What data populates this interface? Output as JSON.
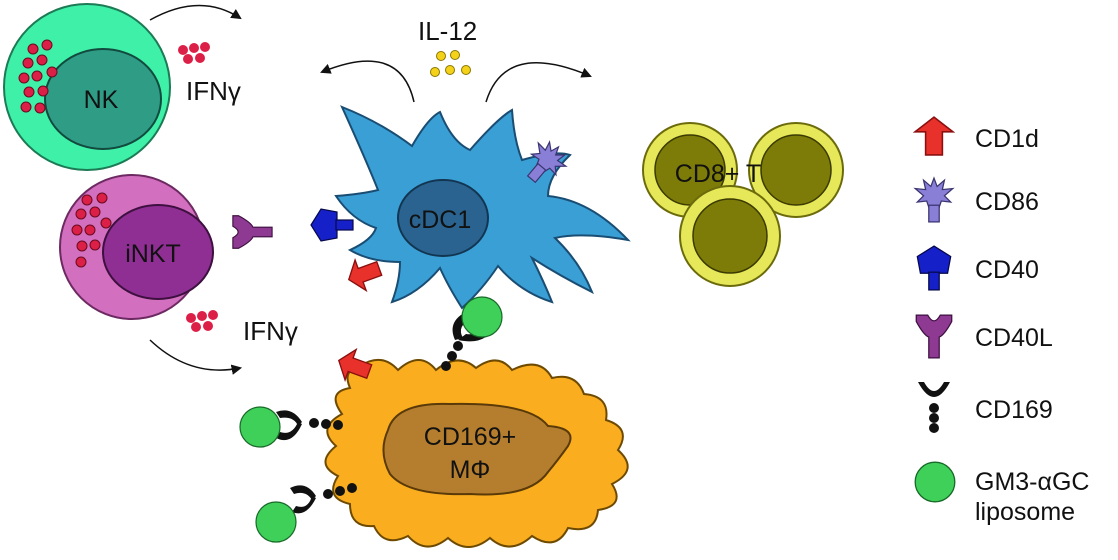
{
  "labels": {
    "nk": "NK",
    "inkt": "iNKT",
    "cdc1": "cDC1",
    "cd8": "CD8+ T",
    "macrophage_line1": "CD169+",
    "macrophage_line2": "MΦ",
    "il12": "IL-12",
    "ifng_top": "IFNγ",
    "ifng_bottom": "IFNγ"
  },
  "legend": [
    {
      "name": "CD1d",
      "icon": "cd1d-arrow-icon",
      "color": "#e8312a"
    },
    {
      "name": "CD86",
      "icon": "cd86-starburst-icon",
      "color": "#8a7fd6"
    },
    {
      "name": "CD40",
      "icon": "cd40-pentagon-icon",
      "color": "#1520c8"
    },
    {
      "name": "CD40L",
      "icon": "cd40l-y-receptor-icon",
      "color": "#8e3a93"
    },
    {
      "name": "CD169",
      "icon": "cd169-cup-chain-icon",
      "color": "#111111"
    },
    {
      "name": "GM3-αGC\nliposome",
      "icon": "liposome-circle-icon",
      "color": "#3fd05a"
    }
  ],
  "colors": {
    "nk_outer": "#3ff0a8",
    "nk_inner": "#2f9c86",
    "inkt_outer": "#d26fbe",
    "inkt_inner": "#8f2f93",
    "cdc1_body": "#3a9fd5",
    "cdc1_nucleus": "#2a6390",
    "cd8_outer": "#e6e85a",
    "cd8_inner": "#7d7c08",
    "macrophage_body": "#f9ad1f",
    "macrophage_nucleus": "#b47e2e",
    "granule": "#dc1f47",
    "il12_dot": "#f4d21a"
  }
}
